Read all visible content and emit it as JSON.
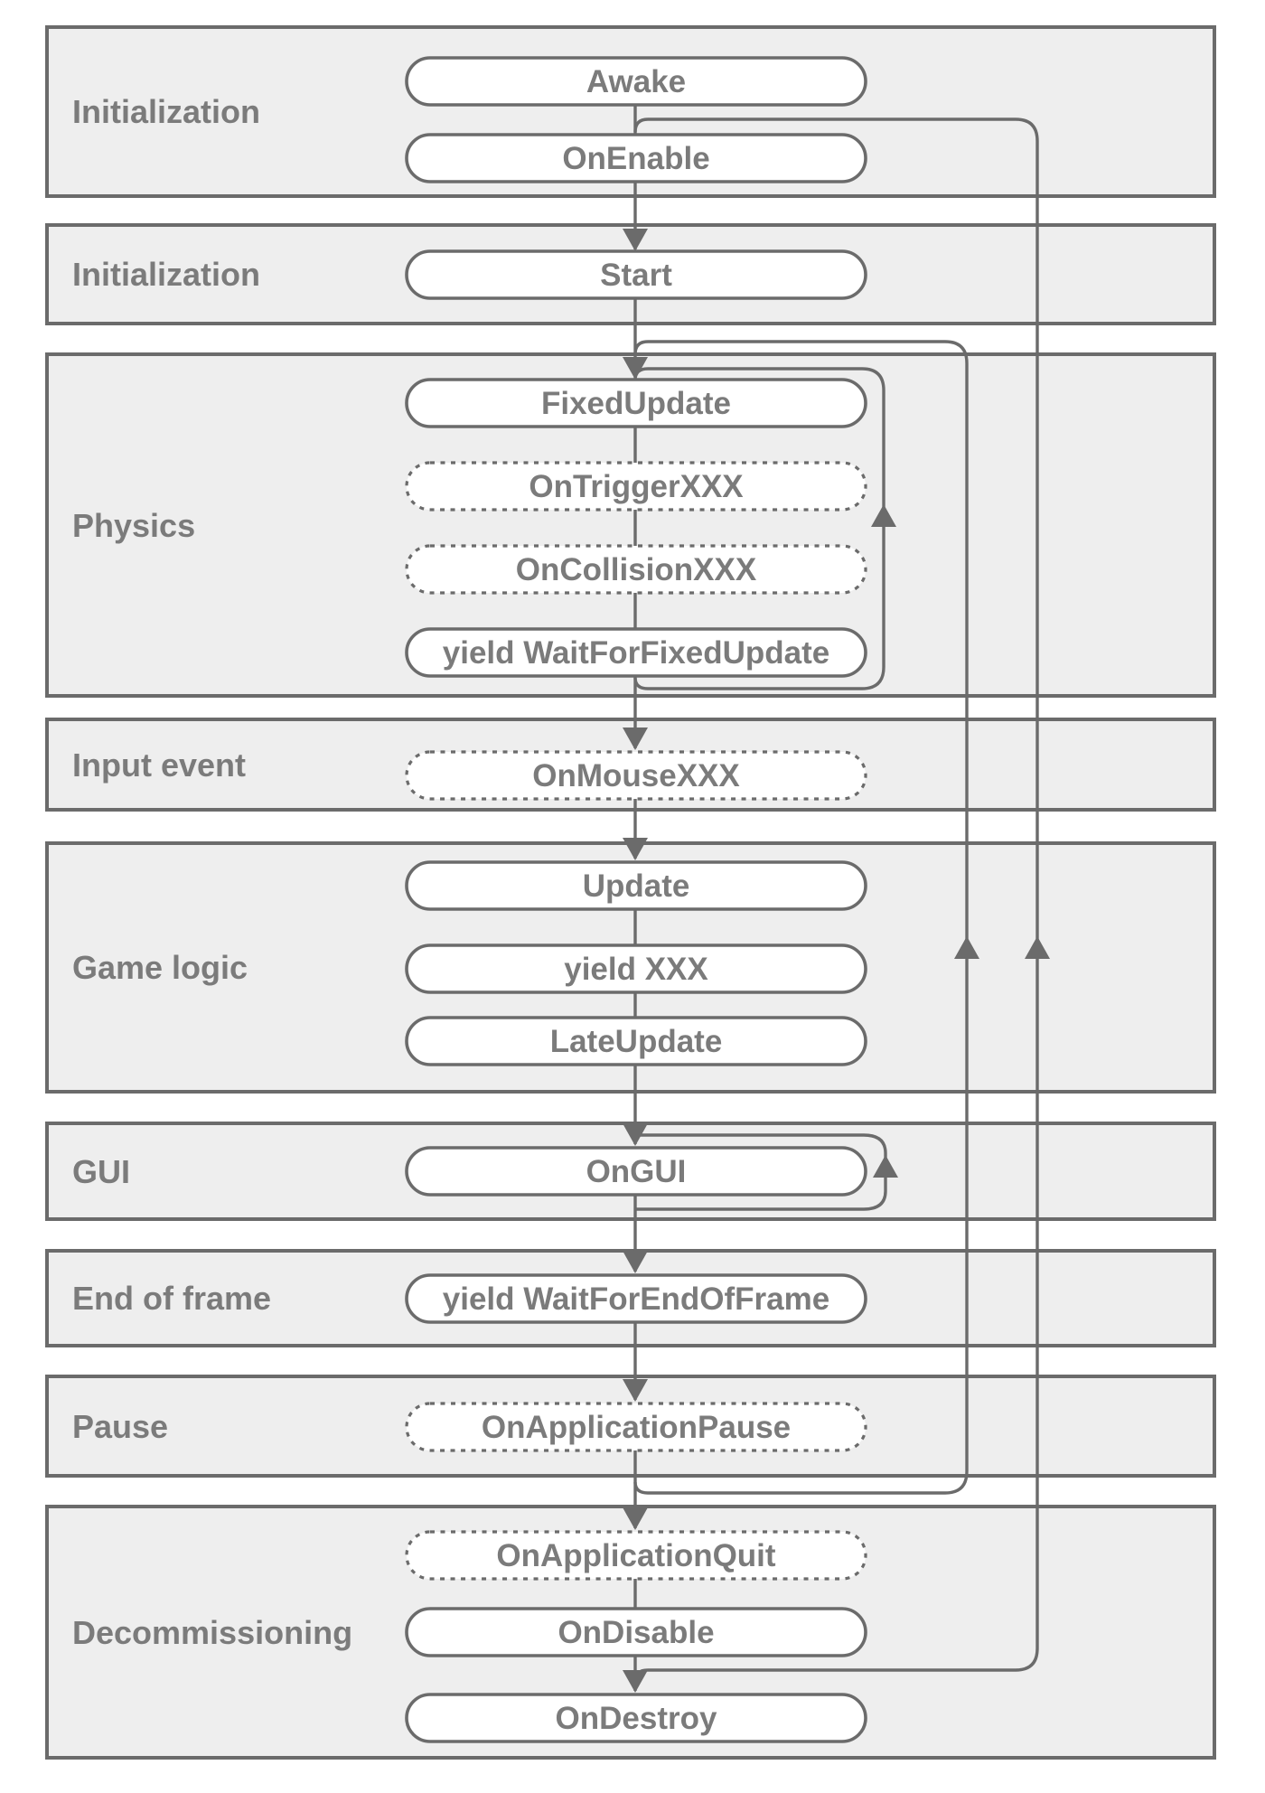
{
  "sections": [
    {
      "label": "Initialization"
    },
    {
      "label": "Initialization"
    },
    {
      "label": "Physics"
    },
    {
      "label": "Input event"
    },
    {
      "label": "Game logic"
    },
    {
      "label": "GUI"
    },
    {
      "label": "End of frame"
    },
    {
      "label": "Pause"
    },
    {
      "label": "Decommissioning"
    }
  ],
  "nodes": [
    {
      "label": "Awake",
      "style": "solid"
    },
    {
      "label": "OnEnable",
      "style": "solid"
    },
    {
      "label": "Start",
      "style": "solid"
    },
    {
      "label": "FixedUpdate",
      "style": "solid"
    },
    {
      "label": "OnTriggerXXX",
      "style": "dotted"
    },
    {
      "label": "OnCollisionXXX",
      "style": "dotted"
    },
    {
      "label": "yield WaitForFixedUpdate",
      "style": "solid"
    },
    {
      "label": "OnMouseXXX",
      "style": "dotted"
    },
    {
      "label": "Update",
      "style": "solid"
    },
    {
      "label": "yield XXX",
      "style": "solid"
    },
    {
      "label": "LateUpdate",
      "style": "solid"
    },
    {
      "label": "OnGUI",
      "style": "solid"
    },
    {
      "label": "yield WaitForEndOfFrame",
      "style": "solid"
    },
    {
      "label": "OnApplicationPause",
      "style": "dotted"
    },
    {
      "label": "OnApplicationQuit",
      "style": "dotted"
    },
    {
      "label": "OnDisable",
      "style": "solid"
    },
    {
      "label": "OnDestroy",
      "style": "solid"
    }
  ],
  "colors": {
    "section_fill": "#eeeeee",
    "node_fill": "#ffffff",
    "stroke": "#6b6b6b",
    "text": "#7b7b7b"
  }
}
